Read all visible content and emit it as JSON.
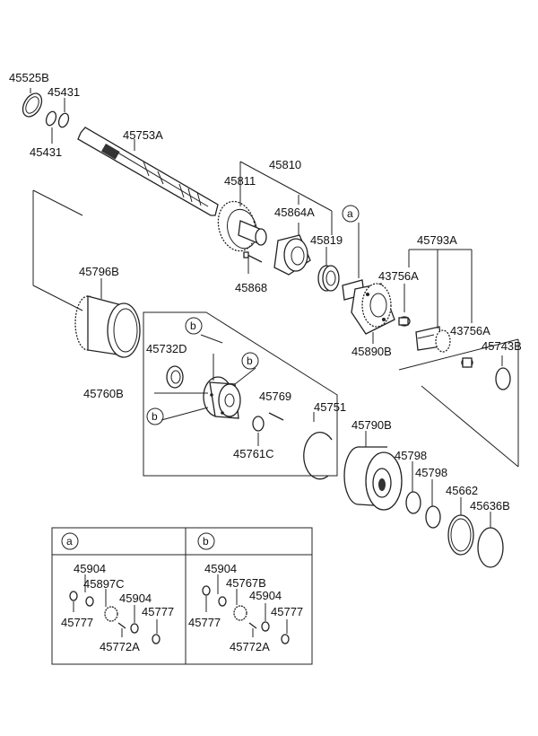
{
  "labels": {
    "p45525B": "45525B",
    "p45431_top": "45431",
    "p45431_bot": "45431",
    "p45753A": "45753A",
    "p45810": "45810",
    "p45811": "45811",
    "p45864A": "45864A",
    "p45819": "45819",
    "p45868": "45868",
    "p45796B": "45796B",
    "p45793A": "45793A",
    "p43756A_top": "43756A",
    "p43756A_bot": "43756A",
    "p45743B": "45743B",
    "p45890B": "45890B",
    "p45732D": "45732D",
    "p45760B": "45760B",
    "p45769": "45769",
    "p45761C": "45761C",
    "p45751": "45751",
    "p45790B": "45790B",
    "p45798_a": "45798",
    "p45798_b": "45798",
    "p45662": "45662",
    "p45636B": "45636B"
  },
  "callouts": {
    "a": "a",
    "b": "b"
  },
  "inset_a": {
    "tag": "a",
    "p45904_1": "45904",
    "p45897C": "45897C",
    "p45904_2": "45904",
    "p45777_1": "45777",
    "p45777_2": "45777",
    "p45772A": "45772A"
  },
  "inset_b": {
    "tag": "b",
    "p45904_1": "45904",
    "p45767B": "45767B",
    "p45904_2": "45904",
    "p45777_1": "45777",
    "p45777_2": "45777",
    "p45772A": "45772A"
  }
}
